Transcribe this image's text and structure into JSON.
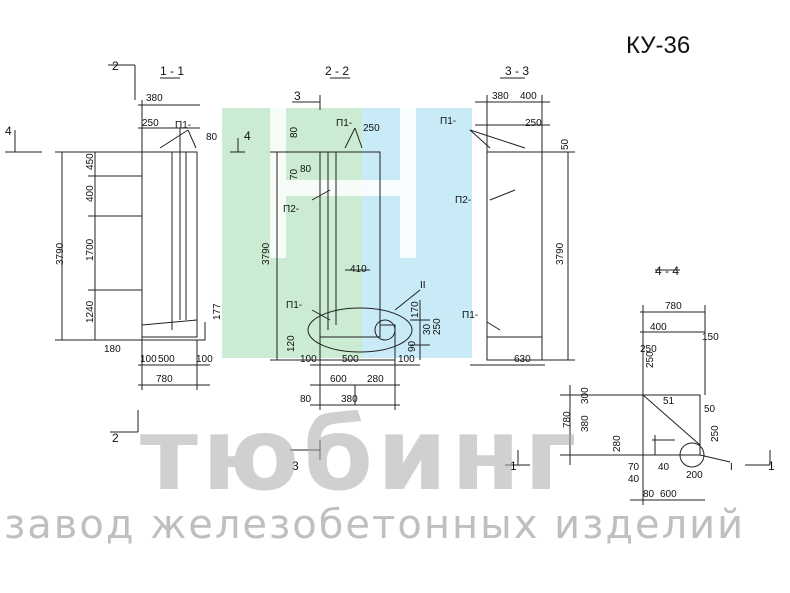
{
  "document": {
    "code": "КУ-36"
  },
  "watermark": {
    "name": "тюбинг",
    "subtitle": "завод железобетонных изделий",
    "logo_colors": {
      "green": "#bfe6c8",
      "blue": "#bfe8f6"
    }
  },
  "sections": [
    {
      "id": "s1",
      "title": "1 - 1"
    },
    {
      "id": "s2",
      "title": "2 - 2"
    },
    {
      "id": "s3",
      "title": "3 - 3"
    },
    {
      "id": "s4",
      "title": "4 - 4"
    }
  ],
  "cut_marks": [
    "2",
    "4",
    "4",
    "3",
    "3",
    "2",
    "1",
    "1"
  ],
  "callouts": [
    "П1-",
    "П1-",
    "П1-",
    "П1-",
    "П1-",
    "П2-",
    "П2-",
    "II",
    "I"
  ],
  "dim_labels": [
    "380",
    "250",
    "80",
    "450",
    "400",
    "1700",
    "1240",
    "3790",
    "180",
    "100",
    "500",
    "100",
    "780",
    "177",
    "80",
    "250",
    "70",
    "80",
    "3790",
    "410",
    "120",
    "100",
    "500",
    "100",
    "600",
    "280",
    "80",
    "380",
    "170",
    "30",
    "250",
    "90",
    "380",
    "400",
    "250",
    "50",
    "3790",
    "630",
    "780",
    "400",
    "150",
    "250",
    "51",
    "50",
    "780",
    "300",
    "380",
    "250",
    "70",
    "40",
    "200",
    "40",
    "80",
    "600",
    "280",
    "250"
  ]
}
